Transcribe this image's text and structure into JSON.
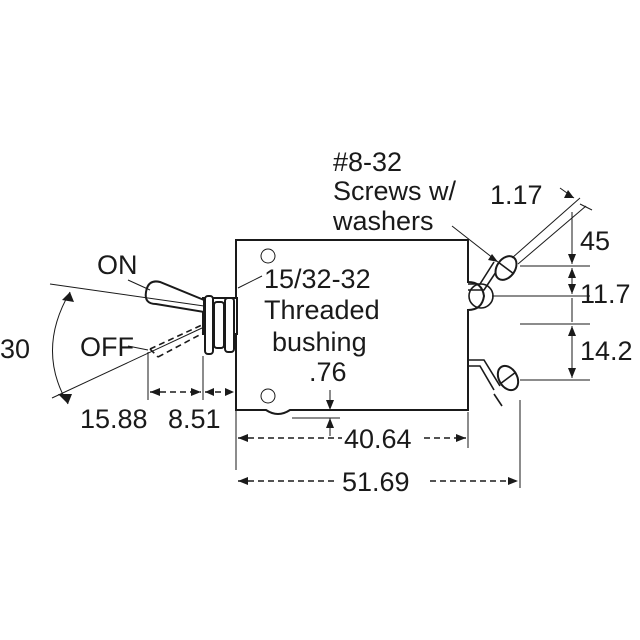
{
  "labels": {
    "screw_spec": "#8-32",
    "screw_desc1": "Screws w/",
    "screw_desc2": "washers",
    "on": "ON",
    "off": "OFF",
    "bushing_spec": "15/32-32",
    "bushing_desc1": "Threaded",
    "bushing_desc2": "bushing"
  },
  "dimensions": {
    "angle": "30",
    "toggle_length": "15.88",
    "bushing_length": "8.51",
    "bushing_offset": ".76",
    "body_width": "40.64",
    "overall_width": "51.69",
    "terminal_angle": "1.17",
    "terminal_top": "45",
    "upper_spacing": "11.7",
    "lower_spacing": "14.2"
  }
}
